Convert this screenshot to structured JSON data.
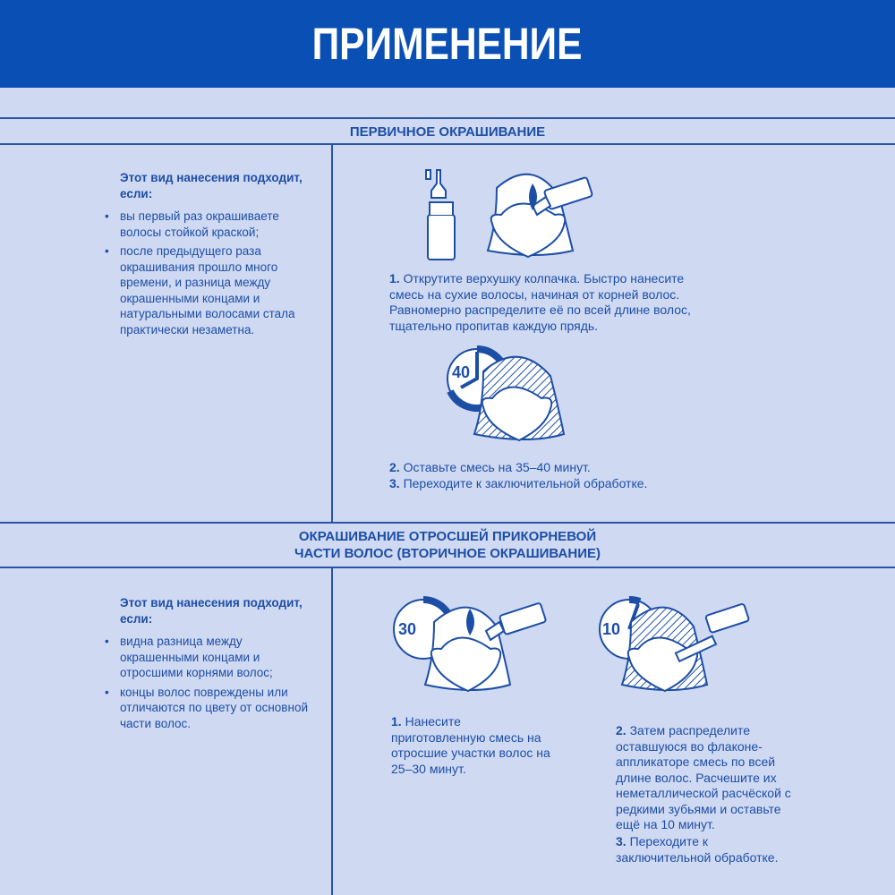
{
  "header": {
    "title": "ПРИМЕНЕНИЕ"
  },
  "primary": {
    "title": "ПЕРВИЧНОЕ ОКРАШИВАНИЕ",
    "suits_heading": "Этот вид нанесения подходит, если:",
    "conditions": [
      "вы первый раз окрашиваете волосы стойкой краской;",
      "после предыдущего раза окрашивания прошло много времени, и разница между окрашенными концами и натуральными волосами стала практически незаметна."
    ],
    "steps": [
      {
        "num": "1.",
        "text": "Открутите верхушку колпачка. Быстро нанесите смесь на сухие волосы, начиная от корней волос. Равномерно распределите её по всей длине волос, тщательно пропитав каждую прядь."
      },
      {
        "num": "2.",
        "text": "Оставьте смесь на 35–40 минут."
      },
      {
        "num": "3.",
        "text": "Переходите к заключительной обработке."
      }
    ],
    "timer": "40"
  },
  "secondary": {
    "title_line1": "ОКРАШИВАНИЕ ОТРОСШЕЙ ПРИКОРНЕВОЙ",
    "title_line2": "ЧАСТИ ВОЛОС (ВТОРИЧНОЕ ОКРАШИВАНИЕ)",
    "suits_heading": "Этот вид нанесения подходит, если:",
    "conditions": [
      "видна разница между окрашенными концами и отросшими корнями волос;",
      "концы волос повреждены или отличаются по цвету от основной части волос."
    ],
    "steps": [
      {
        "num": "1.",
        "text": "Нанесите приготовленную смесь на отросшие участки волос на 25–30 минут."
      },
      {
        "num": "2.",
        "text": "Затем распределите оставшуюся во флаконе-аппликаторе смесь по всей длине волос. Расчешите их неметаллической расчёской с редкими зубьями и оставьте ещё на 10 минут."
      },
      {
        "num": "3.",
        "text": "Переходите к заключительной обработке."
      }
    ],
    "timer1": "30",
    "timer2": "10"
  }
}
